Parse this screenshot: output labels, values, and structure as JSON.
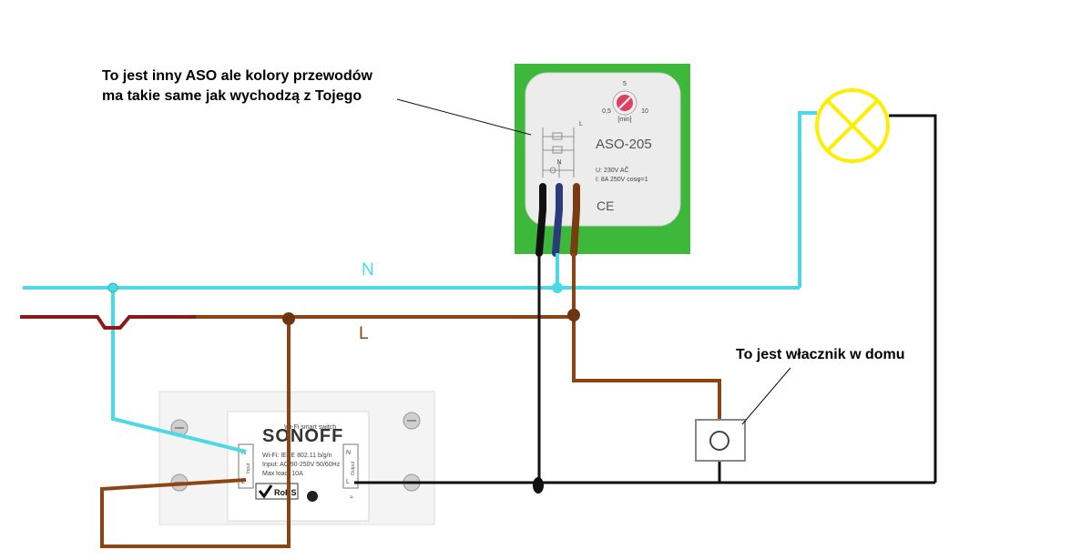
{
  "annotations": {
    "aso_note_line1": "To jest inny ASO ale kolory przewodów",
    "aso_note_line2": "ma takie same jak wychodzą z Tojego",
    "switch_note": "To jest włacznik w domu"
  },
  "wire_labels": {
    "neutral": "N",
    "live": "L"
  },
  "aso_device": {
    "model": "ASO-205",
    "spec_line1": "U: 230V AC͂",
    "spec_line2": "I: 8A 250V cosφ=1",
    "dial_min": "0,5",
    "dial_mid": "5",
    "dial_max": "10",
    "dial_unit": "[min]",
    "terminal_l": "L",
    "terminal_n": "N",
    "ce_mark": "CE"
  },
  "sonoff_device": {
    "brand": "SONOFF",
    "tagline": "Wi-Fi smart switch",
    "spec_wifi": "Wi-Fi: IEEE 802.11 b/g/n",
    "spec_input": "Input: AC 90-250V 50/60Hz",
    "spec_max": "Max load: 10A",
    "input_label": "Input",
    "output_label": "Output",
    "terminal_n": "N",
    "terminal_l": "L",
    "rohs": "RoHS"
  },
  "colors": {
    "neutral_wire": "#4dd9e3",
    "live_wire": "#8b4513",
    "supply_live": "#8b1a1a",
    "black_wire": "#111111",
    "lamp": "#ffee00",
    "aso_background": "#3db83a"
  }
}
